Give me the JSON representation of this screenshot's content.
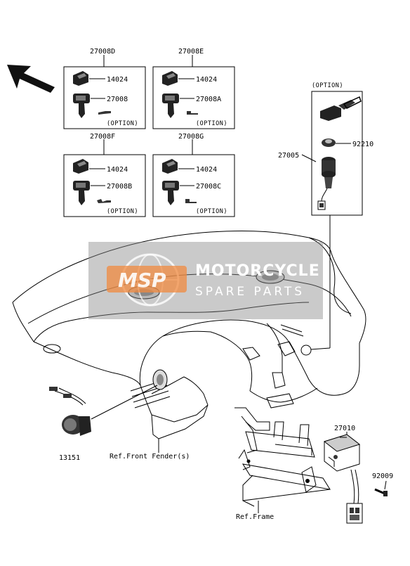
{
  "watermark": {
    "logo": "MSP",
    "title": "MOTORCYCLE",
    "subtitle": "SPARE PARTS"
  },
  "key_sets": [
    {
      "set": "27008D",
      "cover": "14024",
      "key": "27008",
      "option": "(OPTION)"
    },
    {
      "set": "27008E",
      "cover": "14024",
      "key": "27008A",
      "option": "(OPTION)"
    },
    {
      "set": "27008F",
      "cover": "14024",
      "key": "27008B",
      "option": "(OPTION)"
    },
    {
      "set": "27008G",
      "cover": "14024",
      "key": "27008C",
      "option": "(OPTION)"
    }
  ],
  "switch_assembly": {
    "part": "27005",
    "nut": "92210",
    "option": "(OPTION)"
  },
  "parts": {
    "socket": "13151",
    "relay": "27010",
    "bolt": "92009"
  },
  "references": {
    "front_fender": "Ref.Front Fender(s)",
    "frame": "Ref.Frame"
  },
  "icons": {
    "direction_arrow": "front-direction-arrow-icon"
  }
}
